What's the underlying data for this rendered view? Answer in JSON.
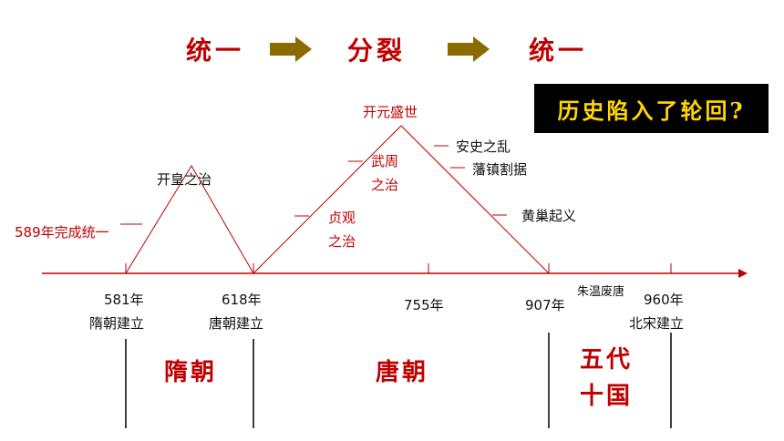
{
  "header": {
    "word1": "统一",
    "word2": "分裂",
    "word3": "统一",
    "arrow_color": "#8b6b00",
    "title_color": "#c00000"
  },
  "callout": {
    "text": "历史陷入了轮回?",
    "bg": "#000000",
    "fg": "#ffd700"
  },
  "timeline": {
    "line_color": "#c00000",
    "ticks": [
      {
        "year": "581年",
        "event": "隋朝建立"
      },
      {
        "year": "618年",
        "event": "唐朝建立"
      },
      {
        "year": "755年",
        "event": ""
      },
      {
        "year": "907年",
        "event": ""
      },
      {
        "year": "960年",
        "event": "北宋建立"
      }
    ],
    "note_907": "朱温废唐"
  },
  "events": {
    "unify_589": "589年完成统一",
    "kaihuang": "开皇之治",
    "kaiyuan": "开元盛世",
    "wuzhou_1": "武周",
    "wuzhou_2": "之治",
    "zhenguan_1": "贞观",
    "zhenguan_2": "之治",
    "anshi": "安史之乱",
    "fanzhen": "藩镇割据",
    "huangchao": "黄巢起义"
  },
  "dynasties": {
    "sui": "隋朝",
    "tang": "唐朝",
    "wudai_1": "五代",
    "wudai_2": "十国"
  }
}
